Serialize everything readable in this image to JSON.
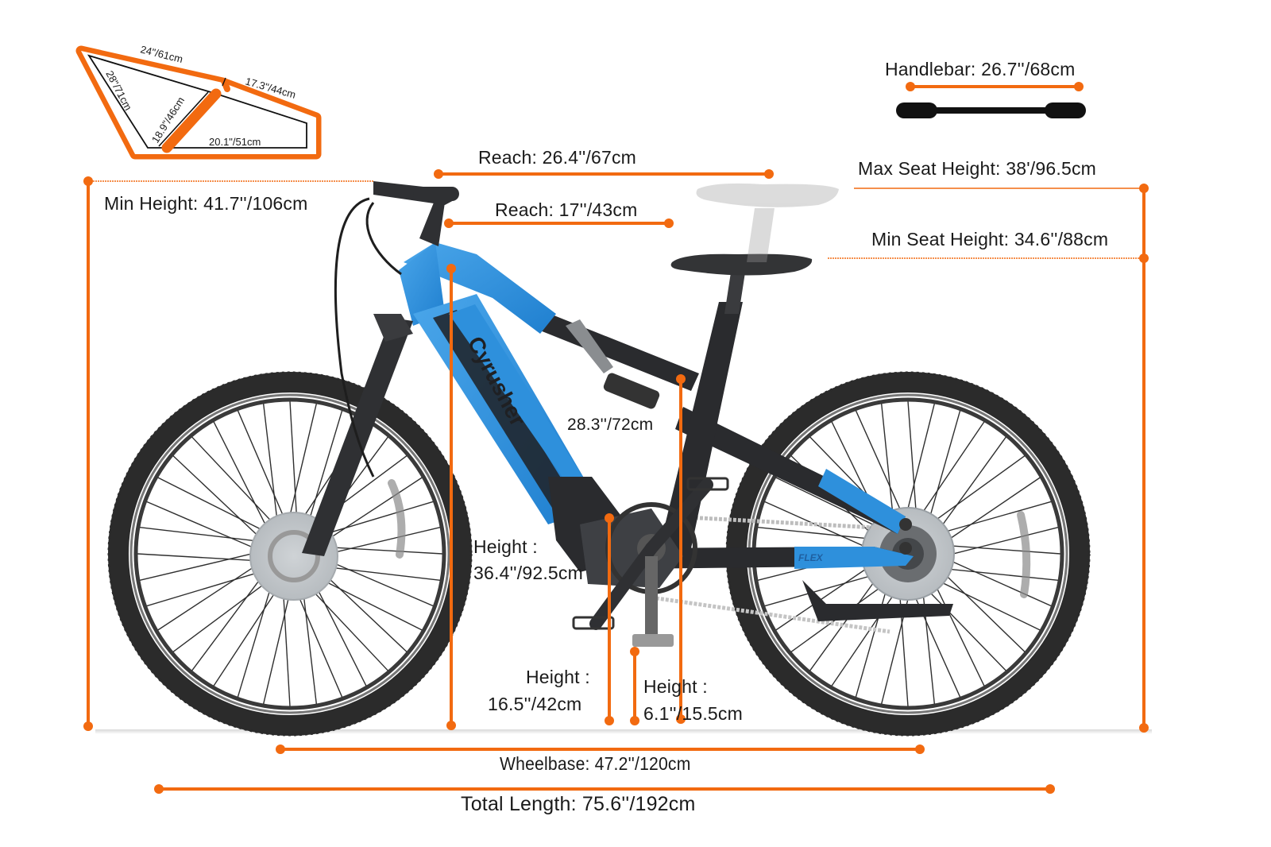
{
  "colors": {
    "accent_orange": "#f26a10",
    "frame_blue": "#2e90dc",
    "frame_black": "#2a2b2e",
    "tire": "#2b2b2b",
    "text": "#1a1a1a",
    "background": "#ffffff"
  },
  "brand": {
    "downtube_logo": "Cyrusher",
    "swingarm_logo": "FLEX"
  },
  "geometry_diagram": {
    "top_tube": "24\"/61cm",
    "seat_stay": "17.3\"/44cm",
    "down_tube": "28\"/71cm",
    "seat_tube": "18.9\"/46cm",
    "chain_stay": "20.1\"/51cm"
  },
  "handlebar": {
    "label": "Handlebar: 26.7''/68cm"
  },
  "dimensions": {
    "reach_max": "Reach: 26.4''/67cm",
    "reach_min": "Reach: 17''/43cm",
    "min_height": "Min Height: 41.7''/106cm",
    "max_seat_height": "Max Seat Height: 38'/96.5cm",
    "min_seat_height": "Min Seat Height: 34.6''/88cm",
    "standover": "28.3''/72cm",
    "frame_height_title": "Height :",
    "frame_height_value": "36.4''/92.5cm",
    "bb_height_title": "Height :",
    "bb_height_value": "16.5''/42cm",
    "pedal_height_title": "Height :",
    "pedal_height_value": "6.1''/15.5cm",
    "wheelbase": "Wheelbase: 47.2''/120cm",
    "total_length": "Total Length: 75.6''/192cm"
  }
}
